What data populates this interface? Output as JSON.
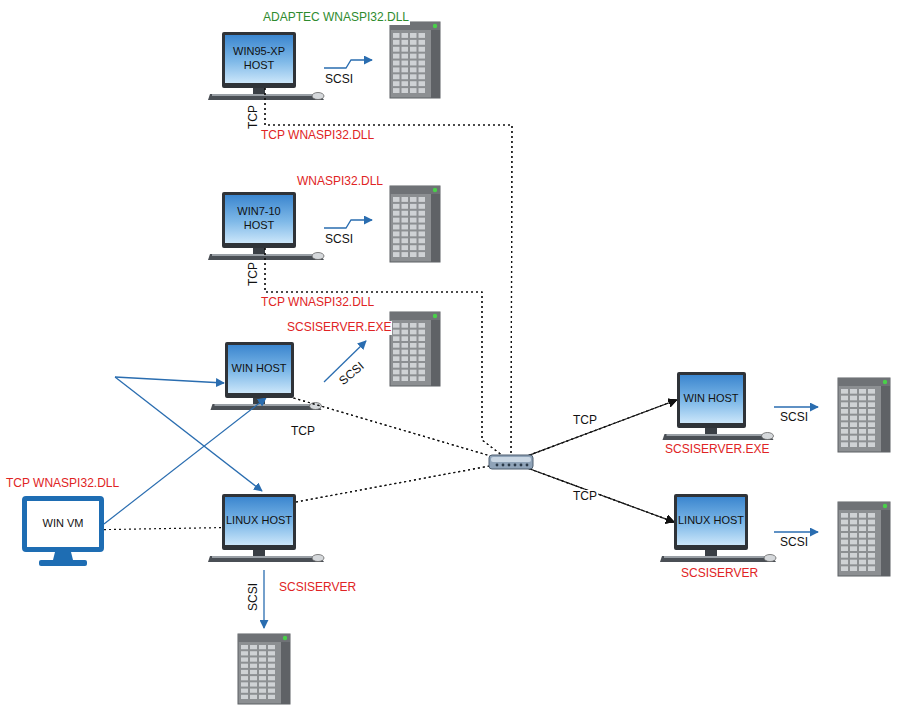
{
  "diagram": {
    "nodes": [
      {
        "text": [
          "WIN95-XP HOST"
        ]
      },
      {
        "text": [
          "WIN7-10 HOST"
        ]
      },
      {
        "text": [
          "WIN HOST"
        ]
      },
      {
        "text": [
          "WIN HOST"
        ]
      },
      {
        "text": [
          "WIN VM"
        ]
      },
      {
        "text": [
          "LINUX HOST"
        ]
      },
      {
        "text": [
          "LINUX HOST"
        ]
      }
    ],
    "edges": [
      {
        "from": 4,
        "to": 2,
        "arrow": "to"
      },
      {
        "from": 4,
        "to": 5,
        "arrow": "none"
      },
      {
        "from": 0,
        "to": 3,
        "arrow": "to"
      },
      {
        "from": 0,
        "to": 6,
        "arrow": "to"
      },
      {
        "from": 1,
        "to": 3,
        "arrow": "to"
      },
      {
        "from": 1,
        "to": 6,
        "arrow": "to"
      },
      {
        "from": 2,
        "to": 3,
        "arrow": "to"
      },
      {
        "from": 2,
        "to": 6,
        "arrow": "to"
      },
      {
        "from": 5,
        "to": 3,
        "arrow": "to"
      },
      {
        "from": 5,
        "to": 6,
        "arrow": "to"
      }
    ],
    "labels": [
      "ADAPTEC WNASPI32.DLL",
      "SCSI",
      "TCP",
      "TCP WNASPI32.DLL",
      "WNASPI32.DLL",
      "SCSI",
      "TCP",
      "TCP WNASPI32.DLL",
      "SCSISERVER.EXE",
      "SCSI",
      "TCP",
      "TCP",
      "TCP",
      "SCSI",
      "SCSISERVER.EXE",
      "TCP WNASPI32.DLL",
      "SCSI",
      "SCSISERVER",
      "SCSI",
      "SCSISERVER"
    ]
  }
}
